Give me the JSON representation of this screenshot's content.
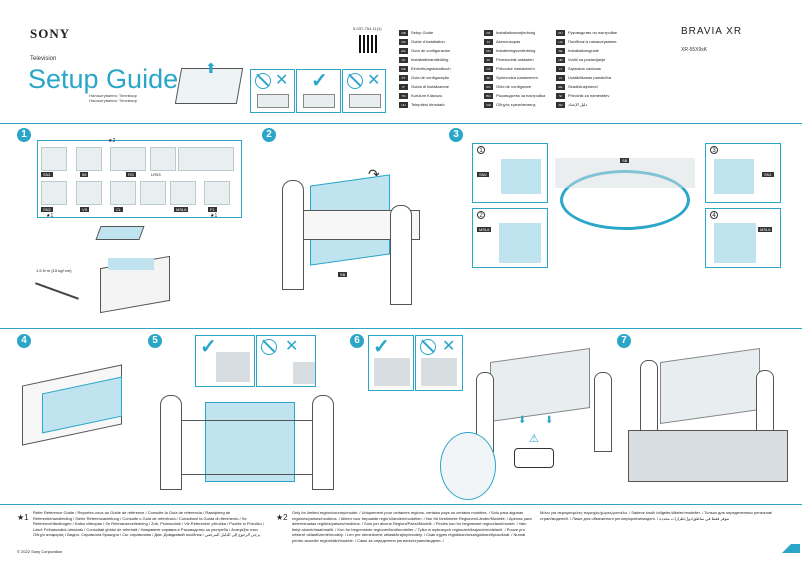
{
  "brand": "SONY",
  "product_type": "Television",
  "title": "Setup Guide",
  "title_subs": [
    "Налаштування: Телевізор",
    "Налаштування: Телевізор"
  ],
  "part_number": "5-037-754-11(1)",
  "bravia": "BRAVIA XR",
  "model": "XR-55X9xK",
  "languages_col1": [
    {
      "code": "GB",
      "label": "Setup Guide"
    },
    {
      "code": "FR",
      "label": "Guide d'installation"
    },
    {
      "code": "ES",
      "label": "Guía de configuración"
    },
    {
      "code": "NL",
      "label": "Installatiehandleiding"
    },
    {
      "code": "DE",
      "label": "Einrichtungshandbuch"
    },
    {
      "code": "PT",
      "label": "Guia de configuração"
    },
    {
      "code": "IT",
      "label": "Guida di installazione"
    },
    {
      "code": "TR",
      "label": "Kurulum Kılavuzu"
    },
    {
      "code": "HU",
      "label": "Telepítési útmutató"
    }
  ],
  "languages_col2": [
    {
      "code": "DK",
      "label": "Installationsvejledning"
    },
    {
      "code": "FI",
      "label": "Asennusopas"
    },
    {
      "code": "NO",
      "label": "Installeringsveiledning"
    },
    {
      "code": "PL",
      "label": "Przewodnik ustawień"
    },
    {
      "code": "CZ",
      "label": "Průvodce nastavením"
    },
    {
      "code": "SK",
      "label": "Sprievodca nastavením"
    },
    {
      "code": "RO",
      "label": "Ghid de configurare"
    },
    {
      "code": "BG",
      "label": "Ръководство за настройка"
    },
    {
      "code": "GR",
      "label": "Οδηγός εγκατάστασης"
    }
  ],
  "languages_col3": [
    {
      "code": "RU",
      "label": "Руководство по настройке"
    },
    {
      "code": "UA",
      "label": "Посібник із налаштування"
    },
    {
      "code": "SE",
      "label": "Installationsguide"
    },
    {
      "code": "HR",
      "label": "Vodič za postavljanje"
    },
    {
      "code": "LT",
      "label": "Sąrankos vadovas"
    },
    {
      "code": "LV",
      "label": "Uzstādīšanas pamācība"
    },
    {
      "code": "EE",
      "label": "Seadistusjuhend"
    },
    {
      "code": "SI",
      "label": "Priročnik za namestitev"
    },
    {
      "code": "AR",
      "label": "دليل الإعداد"
    }
  ],
  "steps": [
    "1",
    "2",
    "3",
    "4",
    "5",
    "6",
    "7"
  ],
  "step1": {
    "star2": "★2",
    "star1a": "★1",
    "star1b": "★1",
    "parts_top": [
      "SN1",
      "IM",
      "RG",
      "",
      "LR03",
      ""
    ],
    "parts_bottom": [
      "SN2",
      "VS",
      "CL",
      "",
      "MSL6",
      "F1"
    ],
    "torque": "1.5 N·m {15 kgf·cm}"
  },
  "step2_label": "SB",
  "step3": {
    "circle1": "1",
    "circle2": "2",
    "circle3": "3",
    "circle4": "4",
    "label_sn2": "SN2",
    "label_msl6a": "MSL6",
    "label_sn1": "SN1",
    "label_msl6b": "MSL6",
    "label_sb": "SB"
  },
  "footnote1_marker": "★1",
  "footnote1": "Refer Reference Guide / Reportez-vous au Guide de référence / Consulte la Guía de referencia / Raadpleeg de Referentiehandleiding / Siehe Referenzanleitung / Consulte o Guia de referência / Consultare la Guida di riferimento / Se Referencehåndbogen / Katso viiteopas / Se Referanseveiledning / Zob. Przewodnik / Viz Referenční příručka / Pozrite si Príručku / Lásd: Felhasználói útmutató / Consultați ghidul de referință / Направете справка в Ръководство за употреба / Ανατρέξτε στον Οδηγό αναφοράς / Видно. Справочна брошура / См. справочник / Див. Довідковий посібник / يرجى الرجوع إلى الدليل المرجعي",
  "footnote2_marker": "★2",
  "footnote2": "Only for limited region/country/model. / Uniquement pour certaines régions, certains pays ou certains modèles. / Solo para algunas regiones/países/modelos. / Alleen voor bepaalde regio's/landen/modellen. / Nur für bestimmte Regionen/Länder/Modelle. / Apenas para determinadas regiões/países/modelos. / Solo per alcune Regioni/Paesi/Modelli. / Findes kun for begrænset region/land/model. / Vain tietyt alueet/maat/mallit. / Kun for begrensede regioner/land/modeller. / Tylko w wybranych regionach/krajach/modelach. / Pouze pro některé oblasti/země/modely. / Len pre obmedzené oblasti/krajiny/modely. / Csak egyes régiókban/országokban/típusoknál. / Numai pentru anumite regiuni/țări/modele. / Само за определени региони/страни/модели. /",
  "footnote3": "Μόνο για περιορισμένες περιοχές/χώρες/μοντέλα. / Sadece kısıtlı bölgeler/ülkeler/modeller. / Только для определенных регионов/стран/моделей. / Лише для обмеженого регіону/країни/моделі. / تتوفر فقط في مناطق/دول/طرازات محددة",
  "copyright": "© 2022 Sony Corporation"
}
